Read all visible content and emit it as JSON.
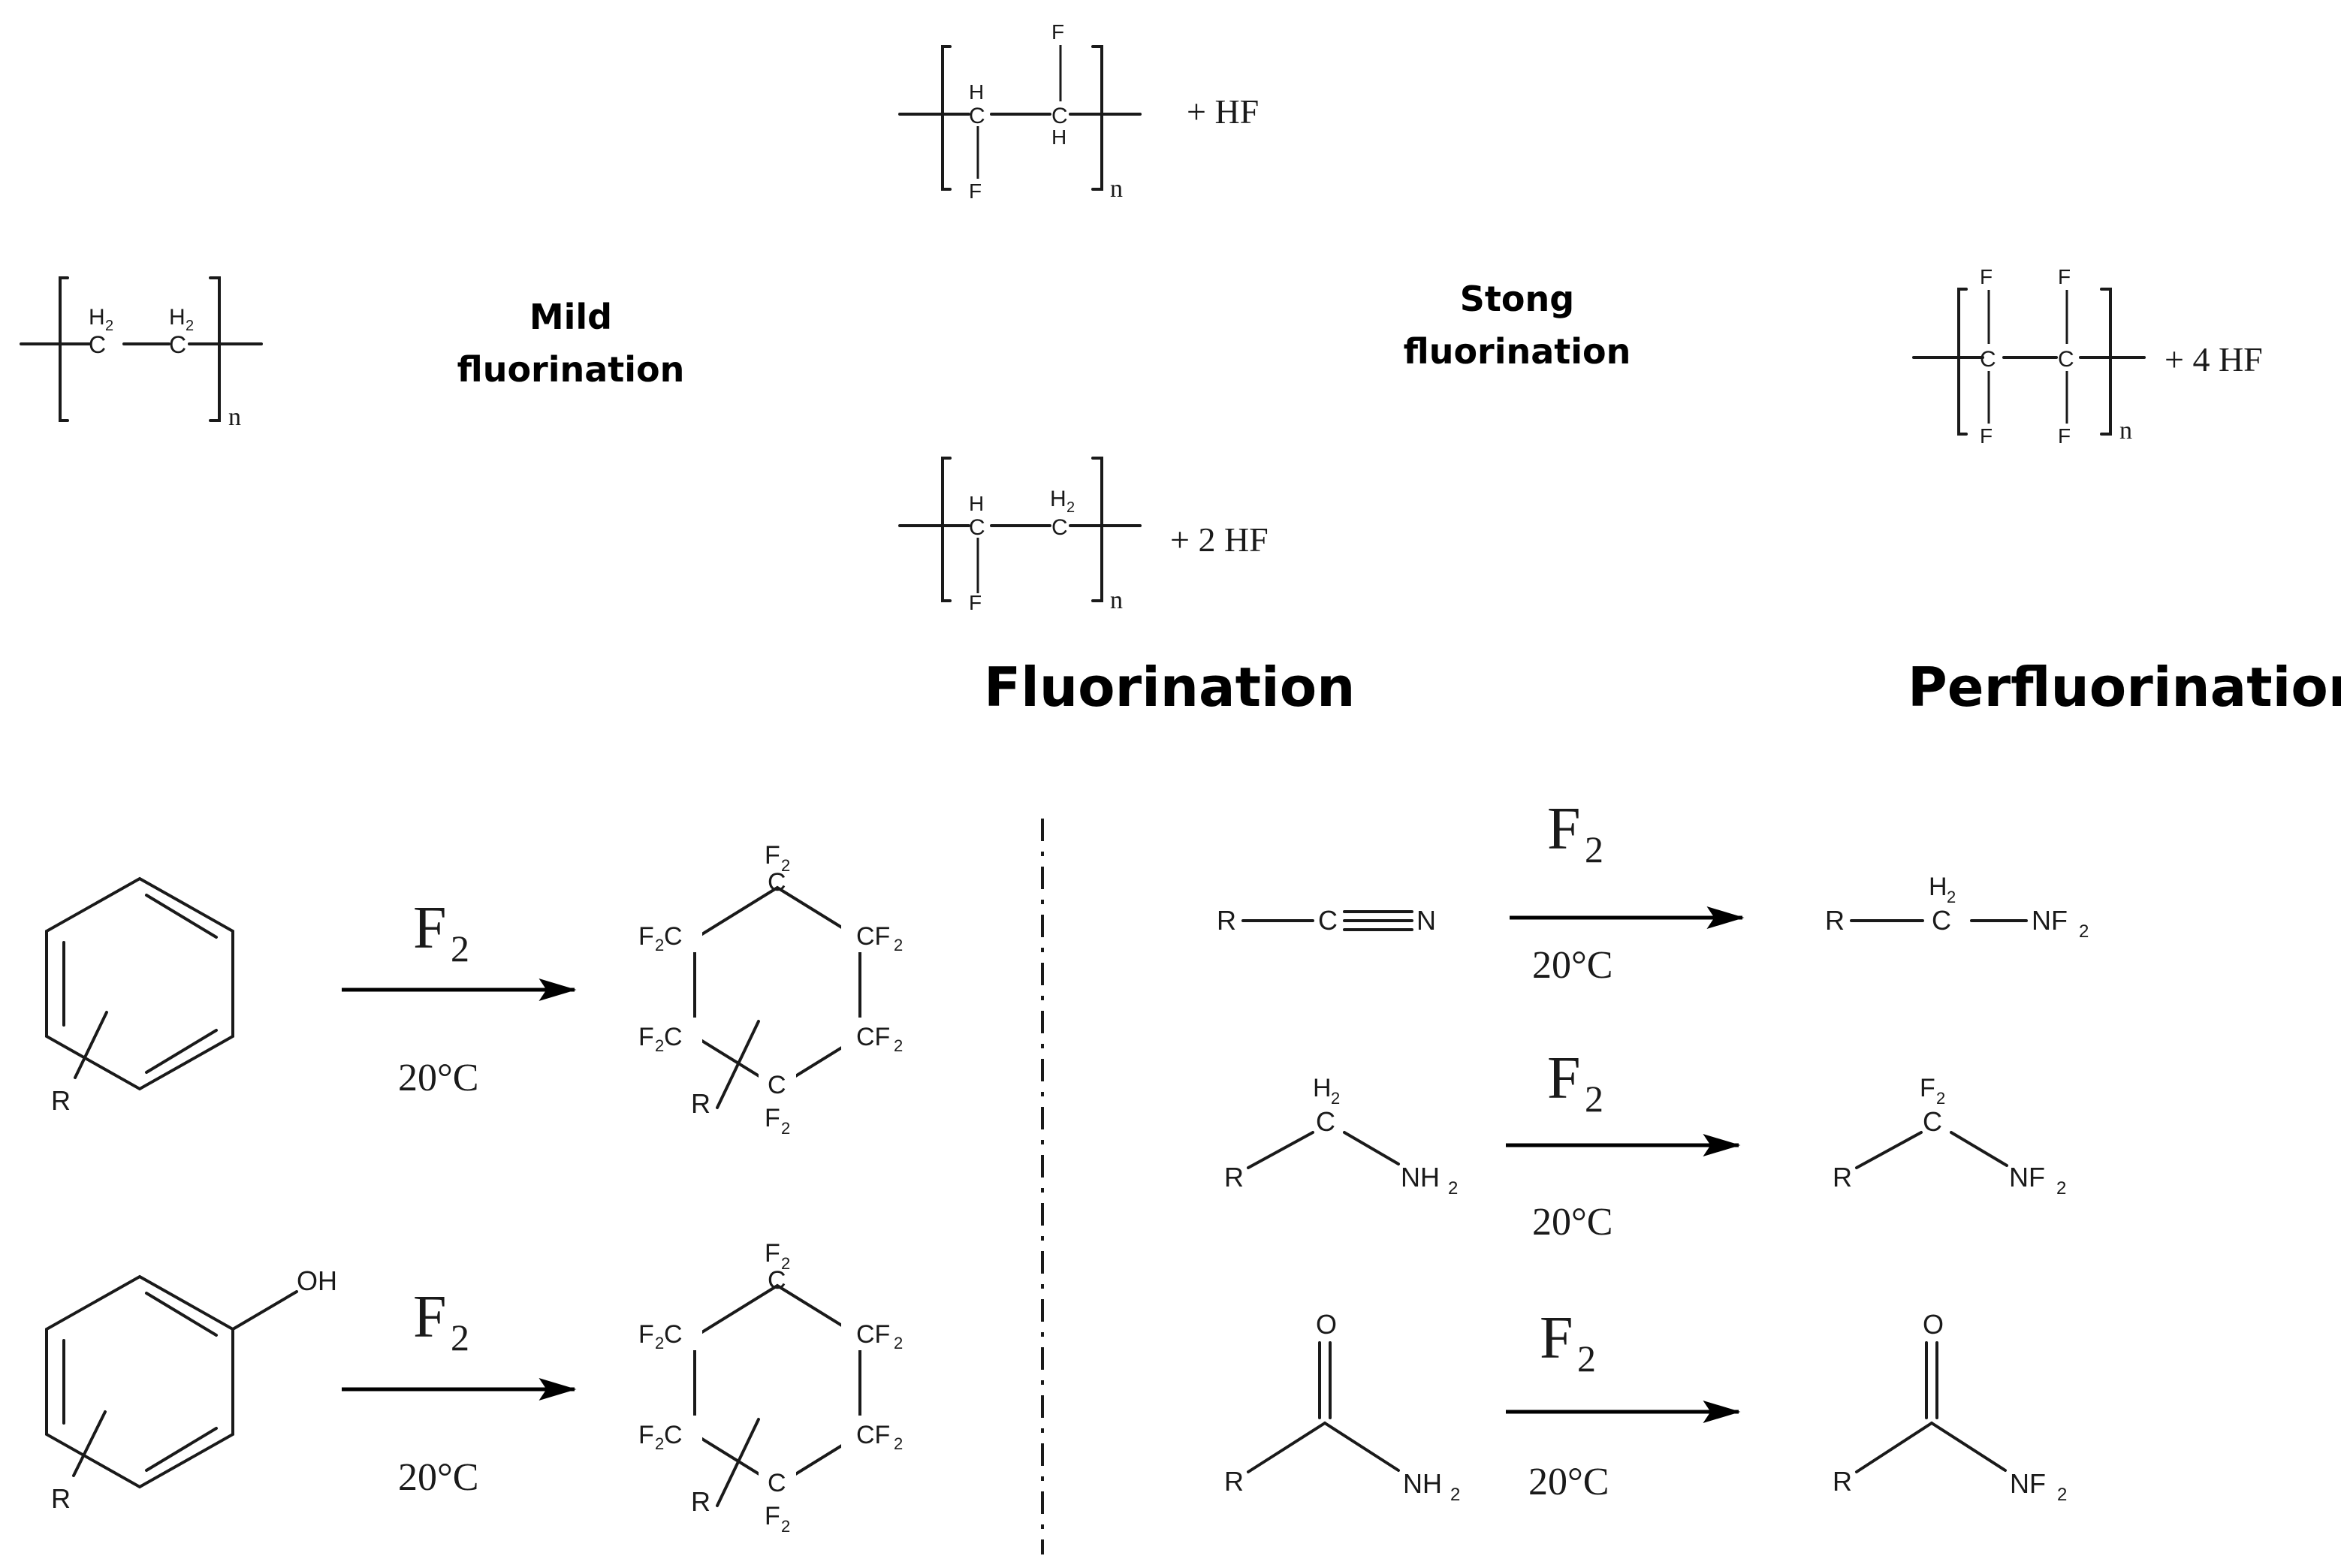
{
  "labels": {
    "mild": [
      "Mild",
      "fluorination"
    ],
    "strong": [
      "Stong",
      "fluorination"
    ],
    "fluorination_title": "Fluorination",
    "perfluorination_title": "Perfluorination"
  },
  "atoms": {
    "C": "C",
    "H": "H",
    "F": "F",
    "H2": "H",
    "F2": "F",
    "sub2": "2",
    "n": "n",
    "R": "R",
    "N": "N",
    "O": "O",
    "OH": "OH",
    "NH": "NH",
    "NF": "NF",
    "CF": "CF",
    "FC": "F",
    "C_suffix": "C"
  },
  "products": {
    "hf1": "+ HF",
    "hf2": "+ 2 HF",
    "hf4": "+ 4 HF"
  },
  "reagents": {
    "F": "F",
    "sub": "2",
    "temp": "20°C"
  }
}
